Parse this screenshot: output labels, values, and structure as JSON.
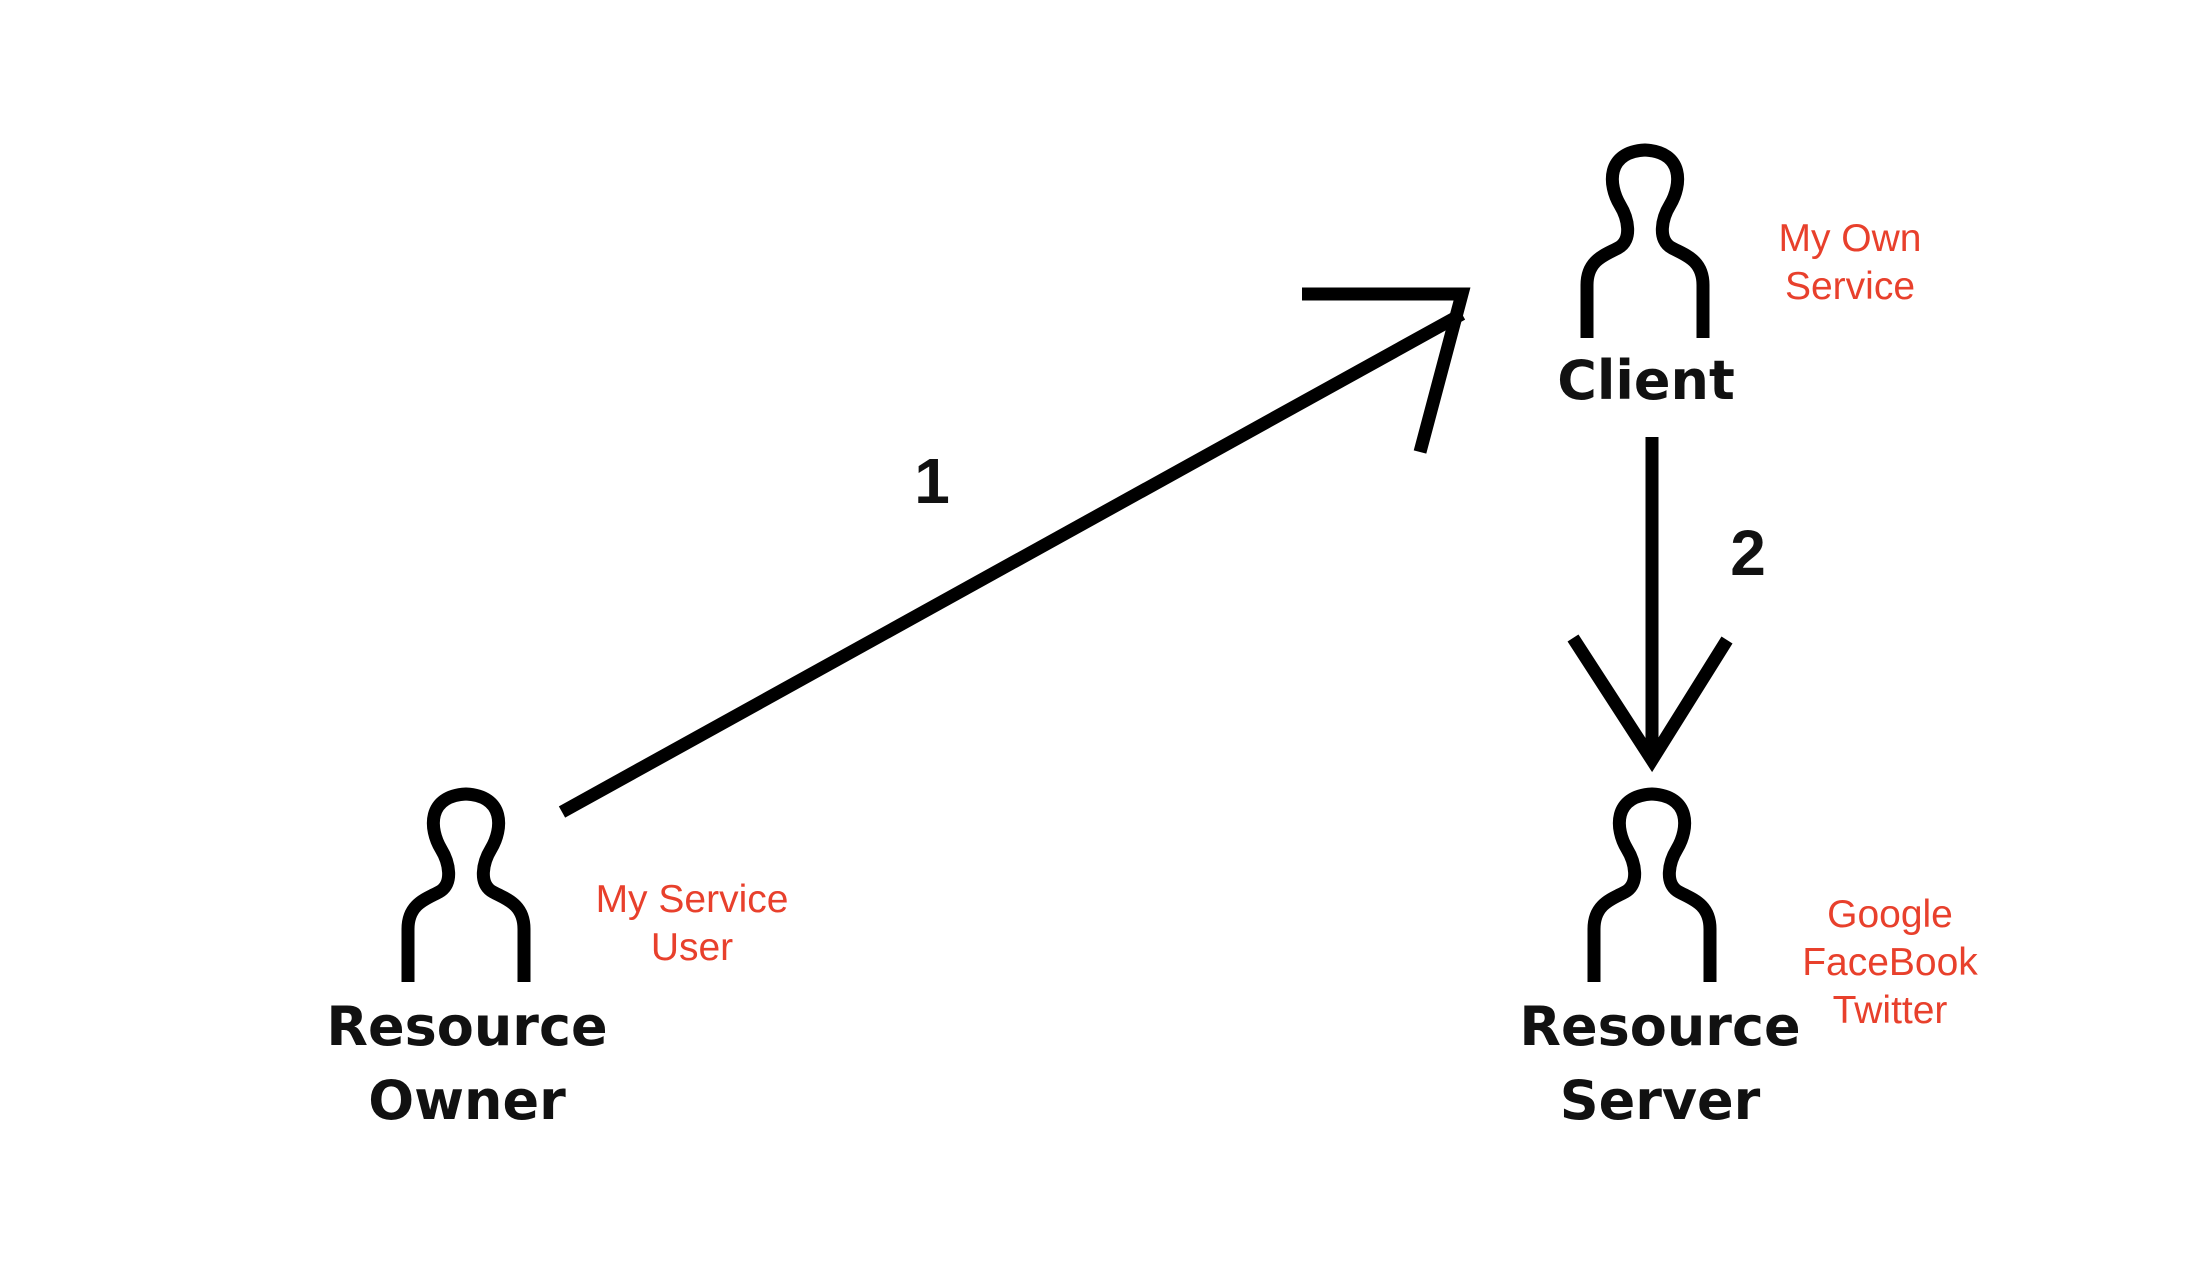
{
  "colors": {
    "stroke": "#000000",
    "label": "#111111",
    "note": "#e8402c"
  },
  "actors": {
    "client": {
      "icon": "person-outline-icon",
      "label": "Client",
      "note": [
        "My Own",
        "Service"
      ]
    },
    "resource_owner": {
      "icon": "person-outline-icon",
      "label": [
        "Resource",
        "Owner"
      ],
      "note": [
        "My Service",
        "User"
      ]
    },
    "resource_server": {
      "icon": "person-outline-icon",
      "label": [
        "Resource",
        "Server"
      ],
      "note": [
        "Google",
        "FaceBook",
        "Twitter"
      ]
    }
  },
  "arrows": [
    {
      "from": "resource_owner",
      "to": "client",
      "label": "1"
    },
    {
      "from": "client",
      "to": "resource_server",
      "label": "2"
    }
  ]
}
